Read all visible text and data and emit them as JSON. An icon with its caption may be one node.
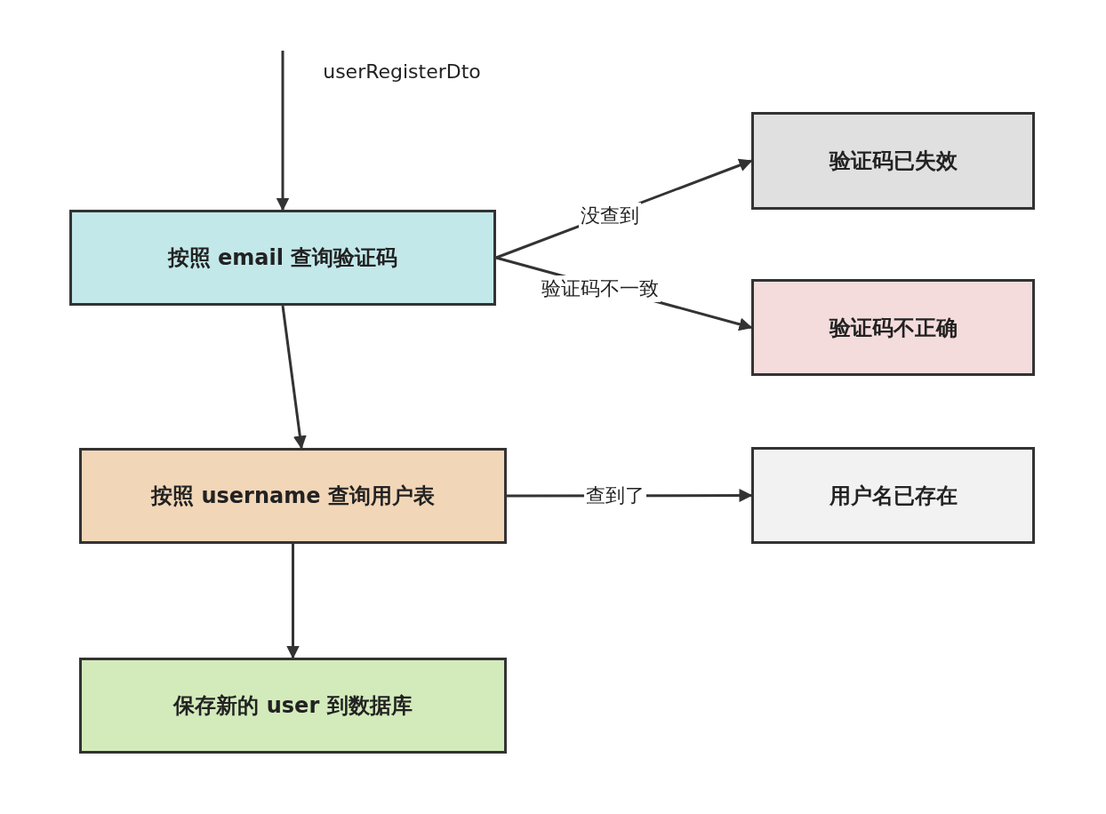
{
  "diagram": {
    "nodes": [
      {
        "text": [
          "按照 email 查询验证码"
        ]
      },
      {
        "text": [
          "验证码已失效"
        ]
      },
      {
        "text": [
          "验证码不正确"
        ]
      },
      {
        "text": [
          "按照 username 查询用户表"
        ]
      },
      {
        "text": [
          "用户名已存在"
        ]
      },
      {
        "text": [
          "保存新的 user 到数据库"
        ]
      }
    ],
    "edges": [
      {
        "from": null,
        "to": 0,
        "arrow": "to",
        "label": "userRegisterDto"
      },
      {
        "from": 0,
        "to": 1,
        "arrow": "to",
        "label": "没查到"
      },
      {
        "from": 0,
        "to": 2,
        "arrow": "to",
        "label": "验证码不一致"
      },
      {
        "from": 0,
        "to": 3,
        "arrow": "to"
      },
      {
        "from": 3,
        "to": 4,
        "arrow": "to",
        "label": "查到了"
      },
      {
        "from": 3,
        "to": 5,
        "arrow": "to"
      }
    ]
  }
}
